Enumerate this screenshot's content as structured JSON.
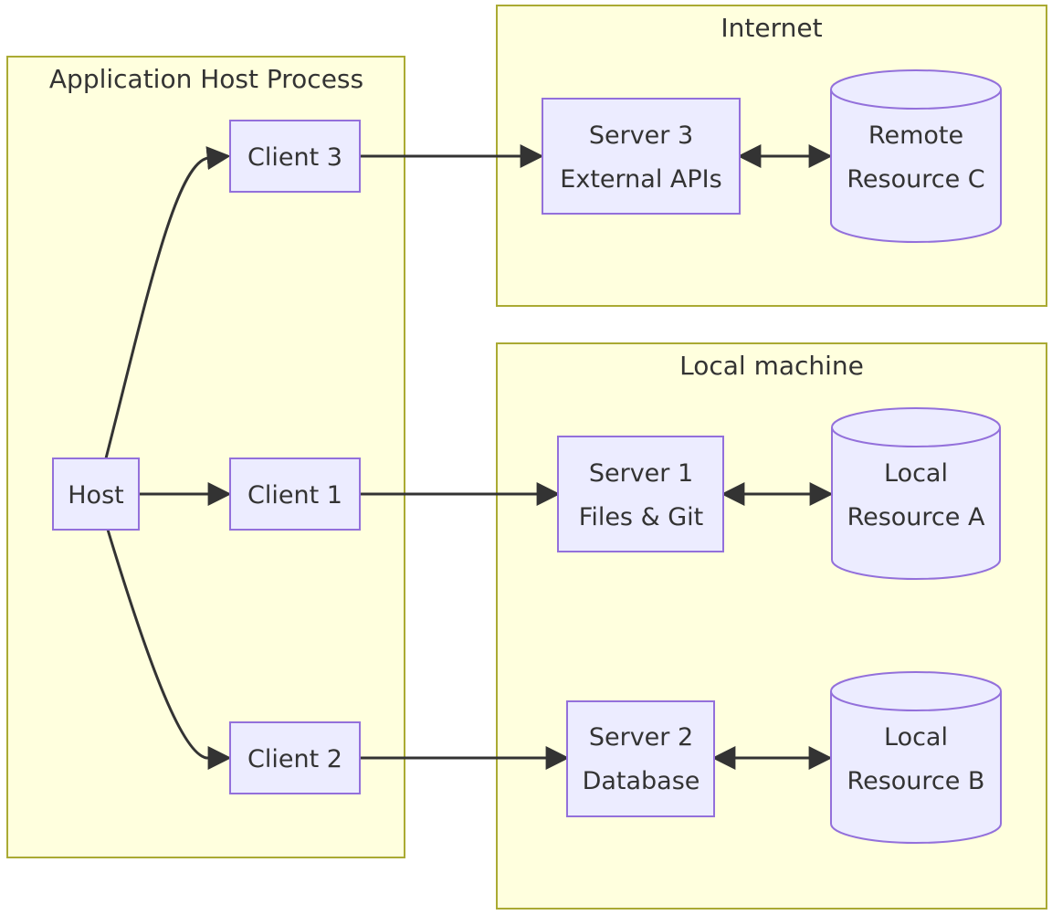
{
  "groups": {
    "app": {
      "label": "Application Host Process"
    },
    "internet": {
      "label": "Internet"
    },
    "local": {
      "label": "Local machine"
    }
  },
  "nodes": {
    "host": {
      "label": "Host"
    },
    "client1": {
      "label": "Client 1"
    },
    "client2": {
      "label": "Client 2"
    },
    "client3": {
      "label": "Client 3"
    },
    "server1": {
      "line1": "Server 1",
      "line2": "Files & Git"
    },
    "server2": {
      "line1": "Server 2",
      "line2": "Database"
    },
    "server3": {
      "line1": "Server 3",
      "line2": "External APIs"
    },
    "resourceA": {
      "line1": "Local",
      "line2": "Resource A"
    },
    "resourceB": {
      "line1": "Local",
      "line2": "Resource B"
    },
    "resourceC": {
      "line1": "Remote",
      "line2": "Resource C"
    }
  },
  "colors": {
    "group_fill": "#ffffde",
    "group_stroke": "#aaaa33",
    "node_fill": "#ececff",
    "node_stroke": "#9370db",
    "edge": "#333333"
  }
}
